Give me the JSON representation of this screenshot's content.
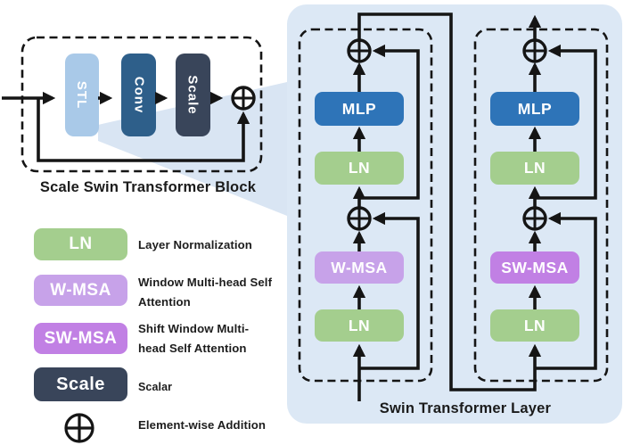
{
  "figure": {
    "scale_block": {
      "title": "Scale Swin Transformer Block",
      "nodes": [
        {
          "label": "STL",
          "color": "#A9C9E8"
        },
        {
          "label": "Conv",
          "color": "#2E5F8A"
        },
        {
          "label": "Scale",
          "color": "#39455A"
        }
      ]
    },
    "swin_layer": {
      "title": "Swin Transformer Layer",
      "left_column": {
        "ln_bottom": "LN",
        "attn": "W-MSA",
        "ln_top": "LN",
        "mlp": "MLP"
      },
      "right_column": {
        "ln_bottom": "LN",
        "attn": "SW-MSA",
        "ln_top": "LN",
        "mlp": "MLP"
      }
    },
    "legend": {
      "items": [
        {
          "key": "LN",
          "color": "#A4CE8E",
          "description_lines": [
            "Layer Normalization"
          ]
        },
        {
          "key": "W-MSA",
          "color": "#C7A2E9",
          "description_lines": [
            "Window Multi-head Self",
            "Attention"
          ]
        },
        {
          "key": "SW-MSA",
          "color": "#C180E4",
          "description_lines": [
            "Shift Window Multi-",
            "head Self Attention"
          ]
        },
        {
          "key": "Scale",
          "color": "#39455A",
          "description_lines": [
            "Scalar"
          ]
        },
        {
          "key": "⊕",
          "symbol": "element-wise-addition",
          "description_lines": [
            "Element-wise Addition"
          ]
        }
      ]
    },
    "colors": {
      "mlp_block": "#2E74B8",
      "ln_block": "#A4CE8E",
      "wmsa_block": "#C7A2E9",
      "swmsa_block": "#C180E4",
      "panel_background": "#DCE8F5",
      "connector_line": "#151515"
    }
  }
}
